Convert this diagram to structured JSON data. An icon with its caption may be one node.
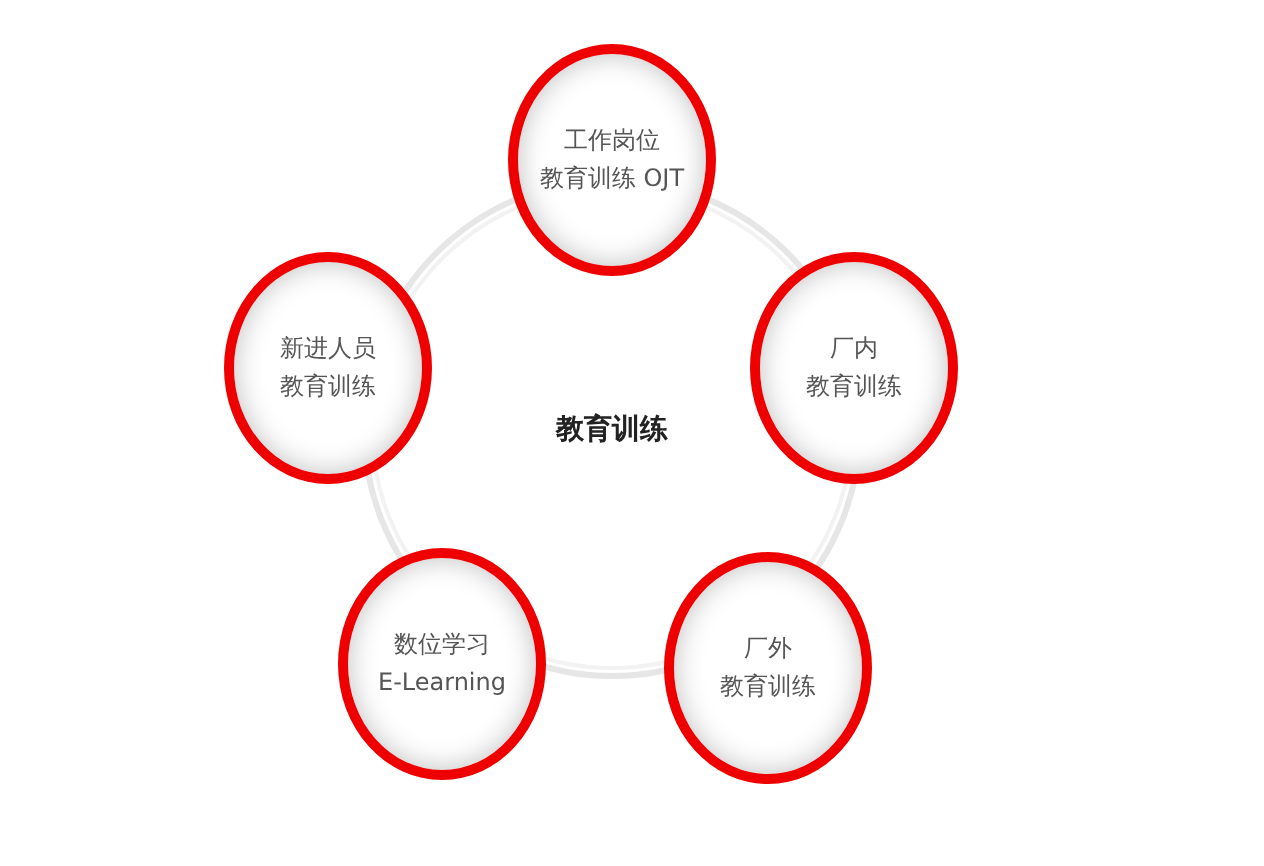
{
  "diagram": {
    "nodes": [
      {
        "text": [
          "工作岗位",
          "教育训练 OJT"
        ]
      },
      {
        "text": [
          "新进人员",
          "教育训练"
        ]
      },
      {
        "text": [
          "厂内",
          "教育训练"
        ]
      },
      {
        "text": [
          "数位学习",
          "E-Learning"
        ]
      },
      {
        "text": [
          "厂外",
          "教育训练"
        ]
      }
    ],
    "labels": [
      "教育训练"
    ]
  }
}
